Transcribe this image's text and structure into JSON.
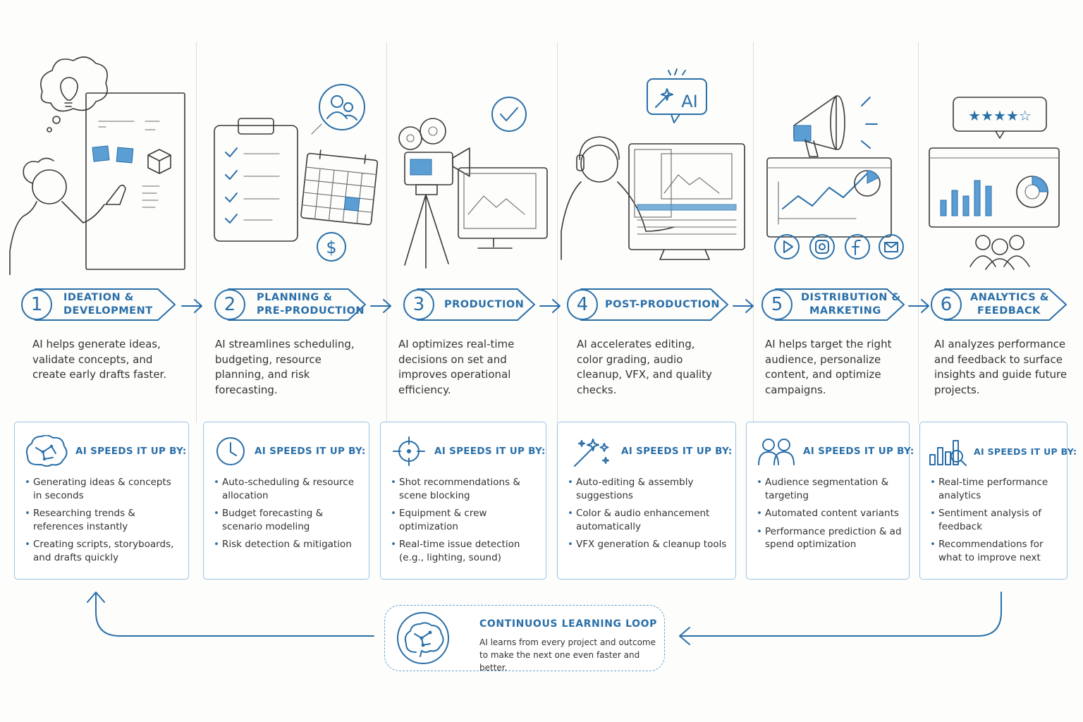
{
  "stages": [
    {
      "num": "1",
      "title": "IDEATION & DEVELOPMENT",
      "title_l1": "IDEATION &",
      "title_l2": "DEVELOPMENT",
      "desc": "AI helps generate ideas, validate concepts, and create early drafts faster.",
      "card_heading": "AI SPEEDS IT UP BY:",
      "bullets": [
        "Generating ideas & concepts in seconds",
        "Researching trends & references instantly",
        "Creating scripts, storyboards, and drafts quickly"
      ]
    },
    {
      "num": "2",
      "title_l1": "PLANNING &",
      "title_l2": "PRE-PRODUCTION",
      "desc": "AI streamlines scheduling, budgeting, resource planning, and risk forecasting.",
      "card_heading": "AI SPEEDS IT UP BY:",
      "bullets": [
        "Auto-scheduling & resource allocation",
        "Budget forecasting & scenario modeling",
        "Risk detection & mitigation"
      ]
    },
    {
      "num": "3",
      "title_l1": "PRODUCTION",
      "title_l2": "",
      "desc": "AI optimizes real-time decisions on set and improves operational efficiency.",
      "card_heading": "AI SPEEDS IT UP BY:",
      "bullets": [
        "Shot recommendations & scene blocking",
        "Equipment & crew optimization",
        "Real-time issue detection (e.g., lighting, sound)"
      ]
    },
    {
      "num": "4",
      "title_l1": "POST-PRODUCTION",
      "title_l2": "",
      "desc": "AI accelerates editing, color grading, audio cleanup, VFX, and quality checks.",
      "card_heading": "AI SPEEDS IT UP BY:",
      "bullets": [
        "Auto-editing & assembly suggestions",
        "Color & audio enhancement automatically",
        "VFX generation & cleanup tools"
      ]
    },
    {
      "num": "5",
      "title_l1": "DISTRIBUTION &",
      "title_l2": "MARKETING",
      "desc": "AI helps target the right audience, personalize content, and optimize campaigns.",
      "card_heading": "AI SPEEDS IT UP BY:",
      "bullets": [
        "Audience segmentation & targeting",
        "Automated content variants",
        "Performance prediction & ad spend optimization"
      ]
    },
    {
      "num": "6",
      "title_l1": "ANALYTICS &",
      "title_l2": "FEEDBACK",
      "desc": "AI analyzes performance and feedback to surface insights and guide future projects.",
      "card_heading": "AI SPEEDS IT UP BY:",
      "bullets": [
        "Real-time performance analytics",
        "Sentiment analysis of feedback",
        "Recommendations for what to improve next"
      ]
    }
  ],
  "illustration_labels": {
    "ai_badge": "AI",
    "dollar": "$"
  },
  "loop": {
    "title": "CONTINUOUS LEARNING LOOP",
    "body": "AI learns from every project and outcome to make the next one even faster and better."
  },
  "colors": {
    "accent": "#2a6fa8",
    "accent_light": "#5b9ed4",
    "card_border": "#9cc3e3"
  },
  "icons": [
    "lightbulb-icon",
    "people-icon",
    "checkmark-icon",
    "ai-wand-icon",
    "megaphone-icon",
    "star-rating-icon",
    "brain-icon",
    "clock-icon",
    "crosshair-icon",
    "magic-wand-icon",
    "users-icon",
    "chart-search-icon",
    "play-icon",
    "instagram-icon",
    "facebook-icon",
    "mail-icon"
  ]
}
